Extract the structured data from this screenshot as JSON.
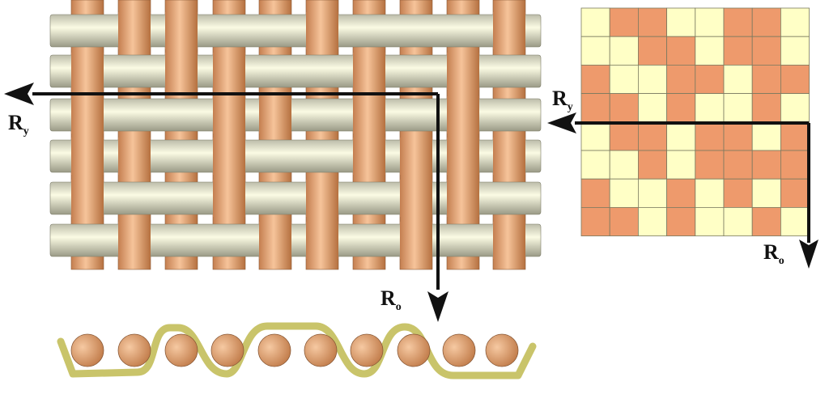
{
  "labels": {
    "weave_weft_letter": "R",
    "weave_weft_sub": "y",
    "weave_warp_letter": "R",
    "weave_warp_sub": "o",
    "grid_weft_letter": "R",
    "grid_weft_sub": "y",
    "grid_warp_letter": "R",
    "grid_warp_sub": "o"
  },
  "colors": {
    "warp_thread": "#e9a77a",
    "weft_thread": "#e8e8c6",
    "grid_filled": "#ee9a6c",
    "grid_empty": "#ffffc6",
    "grid_line": "#7a7a60",
    "arrow": "#111111",
    "wave_thread": "#c9c46a"
  },
  "weave_pattern": [
    [
      0,
      1,
      1,
      0,
      0,
      1,
      0,
      0
    ],
    [
      1,
      0,
      1,
      1,
      0,
      0,
      1,
      0
    ],
    [
      1,
      0,
      0,
      1,
      1,
      0,
      1,
      0
    ],
    [
      1,
      1,
      0,
      1,
      0,
      0,
      1,
      1
    ],
    [
      1,
      0,
      0,
      1,
      0,
      1,
      0,
      1
    ],
    [
      0,
      1,
      0,
      0,
      1,
      1,
      0,
      1
    ]
  ],
  "grid_pattern": [
    [
      0,
      1,
      1,
      0,
      0,
      1,
      1,
      0
    ],
    [
      0,
      0,
      1,
      1,
      0,
      1,
      1,
      0
    ],
    [
      1,
      0,
      0,
      1,
      1,
      0,
      1,
      1
    ],
    [
      1,
      1,
      0,
      1,
      0,
      0,
      1,
      0
    ],
    [
      0,
      1,
      1,
      0,
      1,
      1,
      0,
      1
    ],
    [
      0,
      0,
      1,
      0,
      1,
      1,
      1,
      1
    ],
    [
      1,
      0,
      0,
      1,
      0,
      1,
      0,
      1
    ],
    [
      1,
      1,
      0,
      1,
      0,
      0,
      1,
      0
    ]
  ]
}
